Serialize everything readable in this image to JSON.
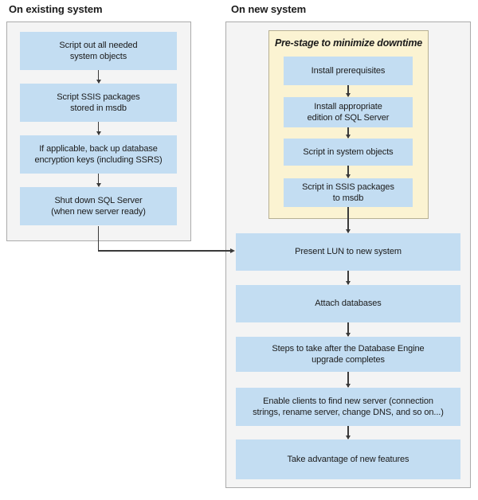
{
  "colors": {
    "box_blue": "#c3ddf2",
    "prestage_yellow": "#fbf3d2",
    "prestage_border": "#b7b093",
    "panel_fill": "#f4f4f4",
    "panel_border": "#ababab",
    "line": "#3a3a3a",
    "text": "#1b1b1b",
    "page_bg": "#ffffff"
  },
  "left_panel": {
    "header": "On existing system",
    "boxes": [
      {
        "text": "Script out all needed\nsystem objects"
      },
      {
        "text": "Script SSIS packages\nstored in msdb"
      },
      {
        "text": "If applicable, back up database\nencryption keys (including SSRS)"
      },
      {
        "text": "Shut down SQL Server\n(when new server ready)"
      }
    ]
  },
  "right_panel": {
    "header": "On new system",
    "prestage": {
      "title": "Pre-stage to minimize downtime",
      "boxes": [
        {
          "text": "Install prerequisites"
        },
        {
          "text": "Install appropriate\nedition of SQL Server"
        },
        {
          "text": "Script in system objects"
        },
        {
          "text": "Script in SSIS packages\nto msdb"
        }
      ]
    },
    "boxes": [
      {
        "text": "Present LUN to new system"
      },
      {
        "text": "Attach databases"
      },
      {
        "text": "Steps to take after the Database Engine\nupgrade completes"
      },
      {
        "text": "Enable clients to find new server (connection\nstrings, rename server, change DNS, and so on...)"
      },
      {
        "text": "Take advantage of new features"
      }
    ]
  }
}
